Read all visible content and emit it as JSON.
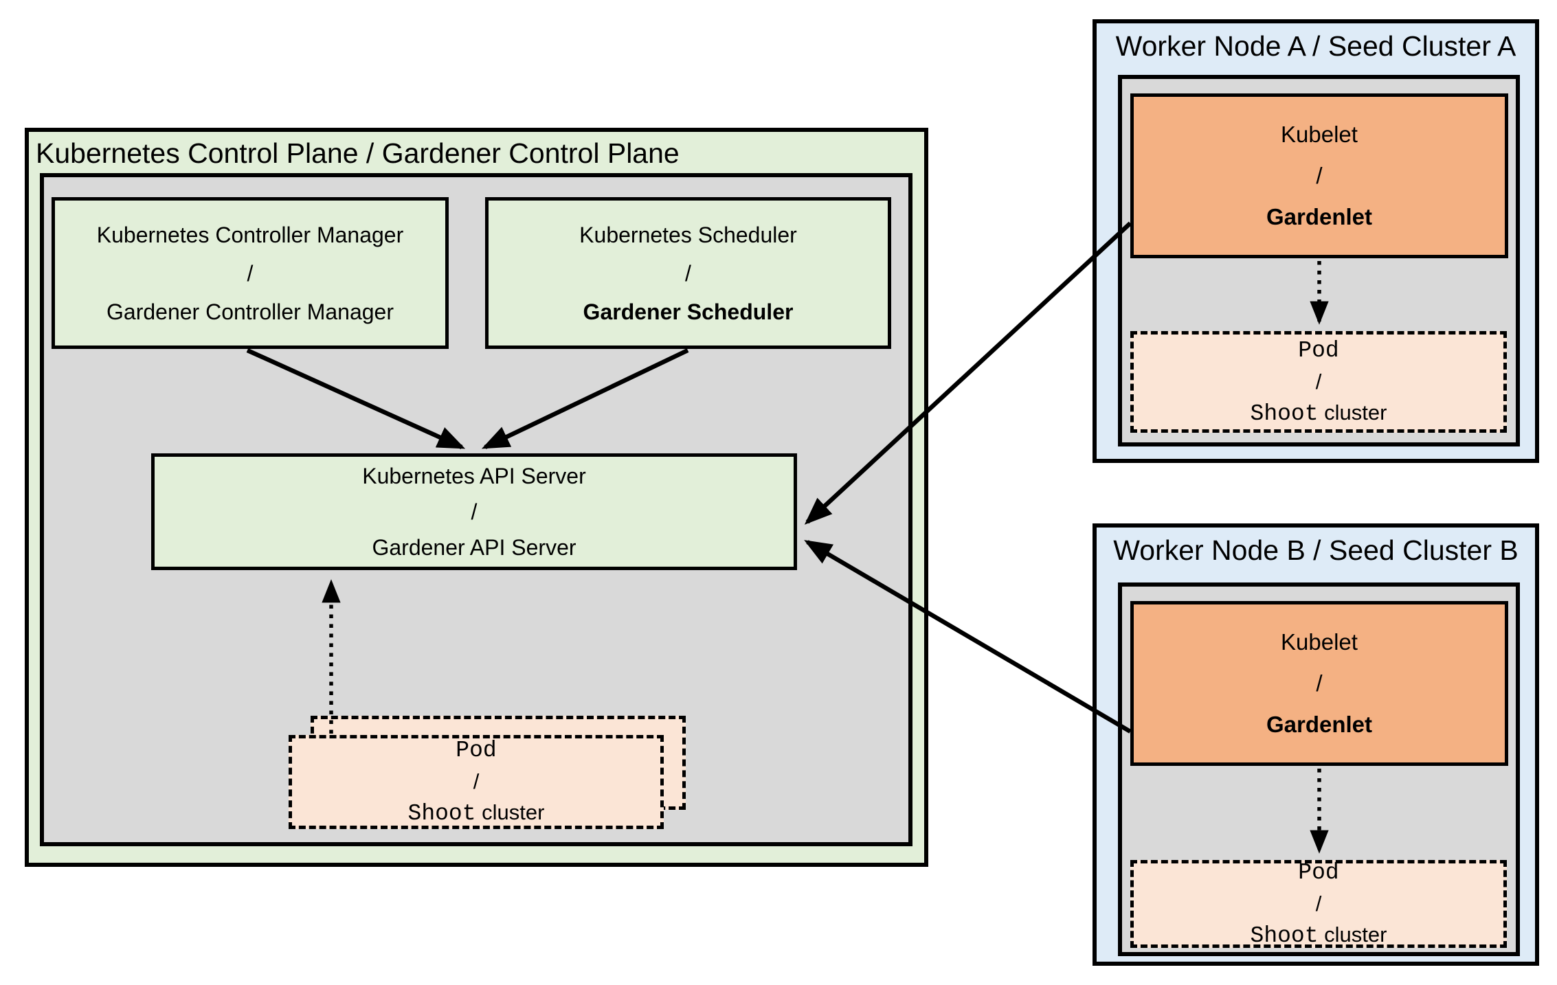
{
  "control_plane": {
    "title": "Kubernetes Control Plane / Gardener Control Plane",
    "controller_manager": {
      "line1": "Kubernetes Controller Manager",
      "separator": "/",
      "line2": "Gardener Controller Manager"
    },
    "scheduler": {
      "line1": "Kubernetes Scheduler",
      "separator": "/",
      "line2": "Gardener Scheduler"
    },
    "api_server": {
      "line1": "Kubernetes API Server",
      "separator": "/",
      "line2": "Gardener API Server"
    },
    "pod_stack": {
      "line1": "Pod",
      "separator": "/",
      "line2_code": "Shoot",
      "line2_plain": "cluster"
    }
  },
  "worker_node_a": {
    "title": "Worker Node A / Seed Cluster A",
    "kubelet": {
      "line1": "Kubelet",
      "separator": "/",
      "line2": "Gardenlet"
    },
    "pod": {
      "line1": "Pod",
      "separator": "/",
      "line2_code": "Shoot",
      "line2_plain": "cluster"
    }
  },
  "worker_node_b": {
    "title": "Worker Node B / Seed Cluster B",
    "kubelet": {
      "line1": "Kubelet",
      "separator": "/",
      "line2": "Gardenlet"
    },
    "pod": {
      "line1": "Pod",
      "separator": "/",
      "line2_code": "Shoot",
      "line2_plain": "cluster"
    }
  },
  "colors": {
    "green_fill": "#e2efd9",
    "gray_fill": "#d9d9d9",
    "blue_fill": "#deebf7",
    "orange_fill": "#f4b183",
    "peach_fill": "#fbe5d6",
    "line_color": "#000000"
  }
}
